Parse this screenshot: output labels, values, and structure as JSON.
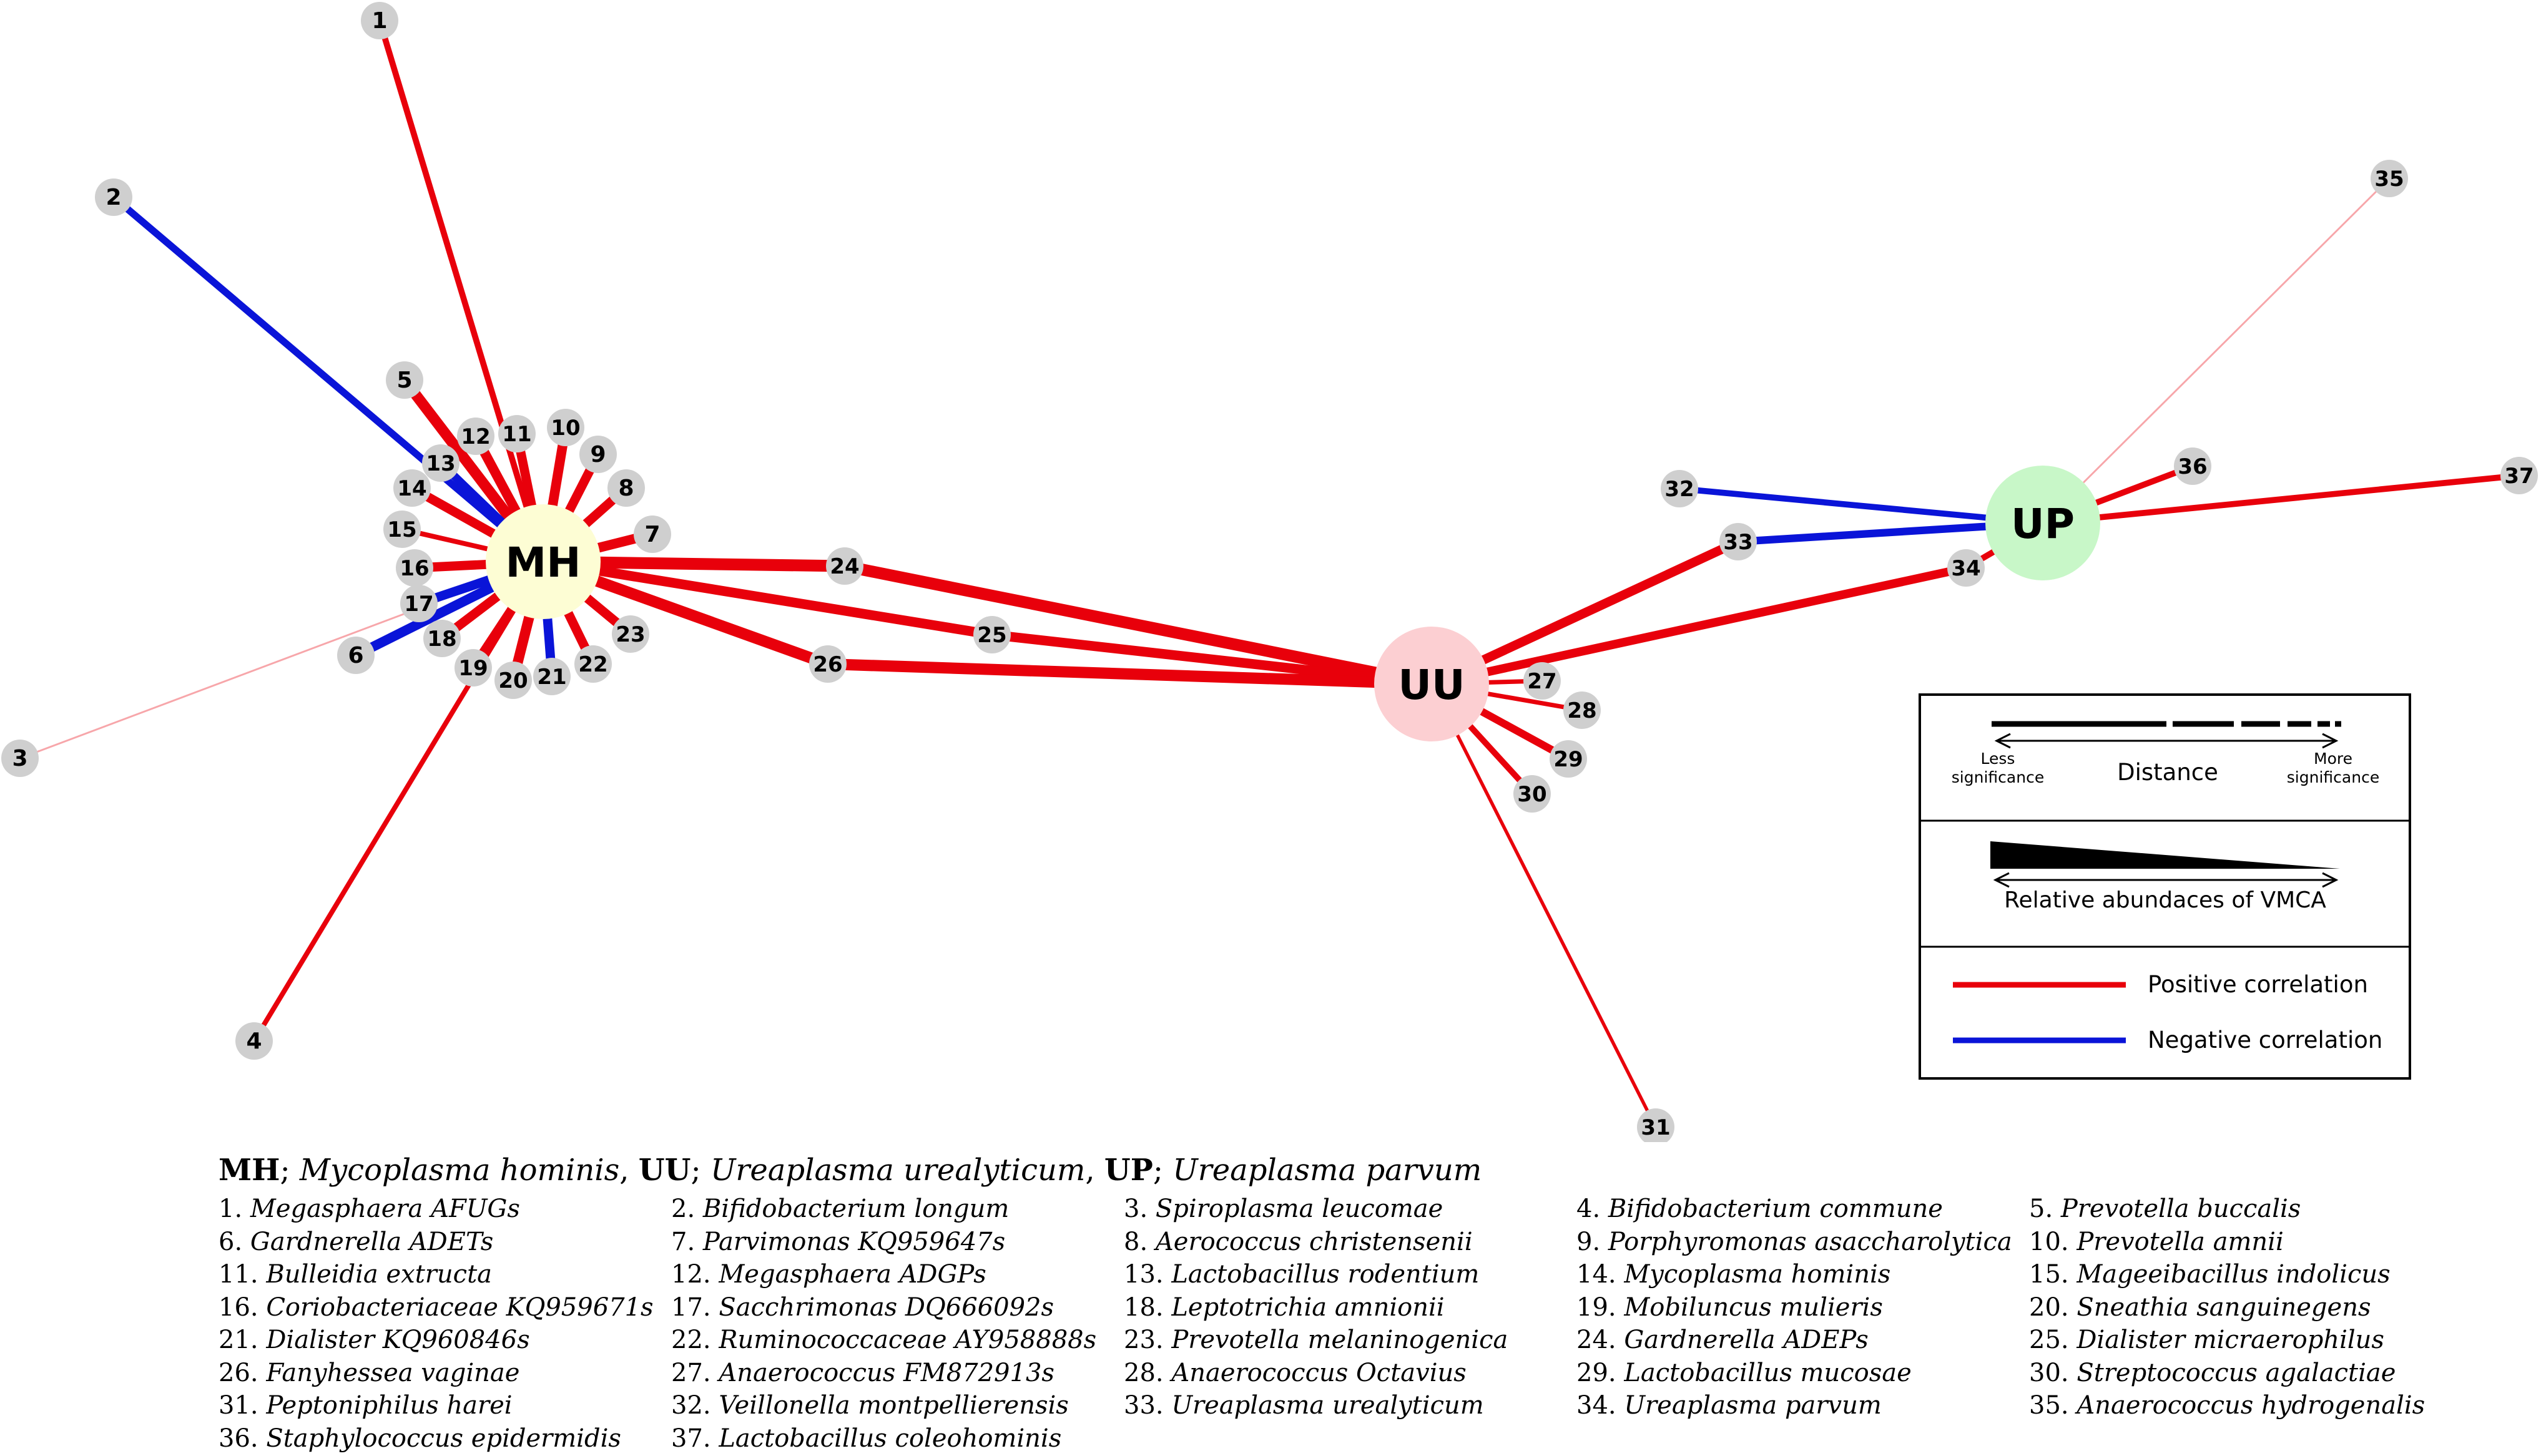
{
  "colors": {
    "positive": "#e8000b",
    "negative": "#0a14d8",
    "node_gray": "#cfcfcf",
    "hub_MH": "#fdfdd4",
    "hub_UU": "#fccfd2",
    "hub_UP": "#c8f7c8"
  },
  "hubs": [
    {
      "id": "MH",
      "label": "MH"
    },
    {
      "id": "UU",
      "label": "UU"
    },
    {
      "id": "UP",
      "label": "UP"
    }
  ],
  "nodes": [
    {
      "id": 1,
      "label": "1"
    },
    {
      "id": 2,
      "label": "2"
    },
    {
      "id": 3,
      "label": "3"
    },
    {
      "id": 4,
      "label": "4"
    },
    {
      "id": 5,
      "label": "5"
    },
    {
      "id": 6,
      "label": "6"
    },
    {
      "id": 7,
      "label": "7"
    },
    {
      "id": 8,
      "label": "8"
    },
    {
      "id": 9,
      "label": "9"
    },
    {
      "id": 10,
      "label": "10"
    },
    {
      "id": 11,
      "label": "11"
    },
    {
      "id": 12,
      "label": "12"
    },
    {
      "id": 13,
      "label": "13"
    },
    {
      "id": 14,
      "label": "14"
    },
    {
      "id": 15,
      "label": "15"
    },
    {
      "id": 16,
      "label": "16"
    },
    {
      "id": 17,
      "label": "17"
    },
    {
      "id": 18,
      "label": "18"
    },
    {
      "id": 19,
      "label": "19"
    },
    {
      "id": 20,
      "label": "20"
    },
    {
      "id": 21,
      "label": "21"
    },
    {
      "id": 22,
      "label": "22"
    },
    {
      "id": 23,
      "label": "23"
    },
    {
      "id": 24,
      "label": "24"
    },
    {
      "id": 25,
      "label": "25"
    },
    {
      "id": 26,
      "label": "26"
    },
    {
      "id": 27,
      "label": "27"
    },
    {
      "id": 28,
      "label": "28"
    },
    {
      "id": 29,
      "label": "29"
    },
    {
      "id": 30,
      "label": "30"
    },
    {
      "id": 31,
      "label": "31"
    },
    {
      "id": 32,
      "label": "32"
    },
    {
      "id": 33,
      "label": "33"
    },
    {
      "id": 34,
      "label": "34"
    },
    {
      "id": 35,
      "label": "35"
    },
    {
      "id": 36,
      "label": "36"
    },
    {
      "id": 37,
      "label": "37"
    }
  ],
  "edges": [
    {
      "from": "MH",
      "to": 1,
      "sign": "positive",
      "strength": 0.45
    },
    {
      "from": "MH",
      "to": 2,
      "sign": "negative",
      "strength": 0.55
    },
    {
      "from": "MH",
      "to": 3,
      "sign": "positive",
      "strength": 0.05
    },
    {
      "from": "MH",
      "to": 4,
      "sign": "positive",
      "strength": 0.35
    },
    {
      "from": "MH",
      "to": 5,
      "sign": "positive",
      "strength": 0.9
    },
    {
      "from": "MH",
      "to": 6,
      "sign": "negative",
      "strength": 0.8
    },
    {
      "from": "MH",
      "to": 7,
      "sign": "positive",
      "strength": 0.8
    },
    {
      "from": "MH",
      "to": 8,
      "sign": "positive",
      "strength": 0.75
    },
    {
      "from": "MH",
      "to": 9,
      "sign": "positive",
      "strength": 0.75
    },
    {
      "from": "MH",
      "to": 10,
      "sign": "positive",
      "strength": 0.8
    },
    {
      "from": "MH",
      "to": 11,
      "sign": "positive",
      "strength": 0.75
    },
    {
      "from": "MH",
      "to": 12,
      "sign": "positive",
      "strength": 0.8
    },
    {
      "from": "MH",
      "to": 13,
      "sign": "negative",
      "strength": 0.65
    },
    {
      "from": "MH",
      "to": 14,
      "sign": "positive",
      "strength": 0.75
    },
    {
      "from": "MH",
      "to": 15,
      "sign": "positive",
      "strength": 0.35
    },
    {
      "from": "MH",
      "to": 16,
      "sign": "positive",
      "strength": 0.75
    },
    {
      "from": "MH",
      "to": 17,
      "sign": "negative",
      "strength": 0.75
    },
    {
      "from": "MH",
      "to": 18,
      "sign": "positive",
      "strength": 0.75
    },
    {
      "from": "MH",
      "to": 19,
      "sign": "positive",
      "strength": 0.75
    },
    {
      "from": "MH",
      "to": 20,
      "sign": "positive",
      "strength": 0.85
    },
    {
      "from": "MH",
      "to": 21,
      "sign": "negative",
      "strength": 0.75
    },
    {
      "from": "MH",
      "to": 22,
      "sign": "positive",
      "strength": 0.75
    },
    {
      "from": "MH",
      "to": 23,
      "sign": "positive",
      "strength": 0.75
    },
    {
      "from": "MH",
      "to": 24,
      "sign": "positive",
      "strength": 1.0
    },
    {
      "from": "UU",
      "to": 24,
      "sign": "positive",
      "strength": 1.0
    },
    {
      "from": "MH",
      "to": 25,
      "sign": "positive",
      "strength": 0.8
    },
    {
      "from": "UU",
      "to": 25,
      "sign": "positive",
      "strength": 0.8
    },
    {
      "from": "MH",
      "to": 26,
      "sign": "positive",
      "strength": 0.95
    },
    {
      "from": "UU",
      "to": 26,
      "sign": "positive",
      "strength": 0.95
    },
    {
      "from": "UU",
      "to": 27,
      "sign": "positive",
      "strength": 0.3
    },
    {
      "from": "UU",
      "to": 28,
      "sign": "positive",
      "strength": 0.3
    },
    {
      "from": "UU",
      "to": 29,
      "sign": "positive",
      "strength": 0.6
    },
    {
      "from": "UU",
      "to": 30,
      "sign": "positive",
      "strength": 0.45
    },
    {
      "from": "UU",
      "to": 31,
      "sign": "positive",
      "strength": 0.2
    },
    {
      "from": "UU",
      "to": 33,
      "sign": "positive",
      "strength": 0.75
    },
    {
      "from": "UU",
      "to": 34,
      "sign": "positive",
      "strength": 0.7
    },
    {
      "from": "UP",
      "to": 32,
      "sign": "negative",
      "strength": 0.45
    },
    {
      "from": "UP",
      "to": 33,
      "sign": "negative",
      "strength": 0.6
    },
    {
      "from": "UP",
      "to": 34,
      "sign": "positive",
      "strength": 0.45
    },
    {
      "from": "UP",
      "to": 35,
      "sign": "positive",
      "strength": 0.05
    },
    {
      "from": "UP",
      "to": 36,
      "sign": "positive",
      "strength": 0.45
    },
    {
      "from": "UP",
      "to": 37,
      "sign": "positive",
      "strength": 0.45
    }
  ],
  "legend": {
    "distance_label": "Distance",
    "less_line1": "Less",
    "less_line2": "significance",
    "more_line1": "More",
    "more_line2": "significance",
    "abundance_label": "Relative abundaces of VMCA",
    "positive_label": "Positive correlation",
    "negative_label": "Negative correlation"
  },
  "caption": {
    "parts": [
      {
        "abbr": "MH",
        "sep": "; ",
        "name": "Mycoplasma hominis",
        "trail": ", "
      },
      {
        "abbr": "UU",
        "sep": "; ",
        "name": "Ureaplasma urealyticum",
        "trail": ", "
      },
      {
        "abbr": "UP",
        "sep": "; ",
        "name": "Ureaplasma parvum",
        "trail": ""
      }
    ],
    "species": [
      {
        "num": "1.",
        "name": "Megasphaera AFUGs"
      },
      {
        "num": "2.",
        "name": "Bifidobacterium longum"
      },
      {
        "num": "3.",
        "name": "Spiroplasma leucomae"
      },
      {
        "num": "4.",
        "name": "Bifidobacterium commune"
      },
      {
        "num": "5.",
        "name": "Prevotella buccalis"
      },
      {
        "num": "6.",
        "name": "Gardnerella ADETs"
      },
      {
        "num": "7.",
        "name": "Parvimonas KQ959647s"
      },
      {
        "num": "8.",
        "name": "Aerococcus christensenii"
      },
      {
        "num": "9.",
        "name": "Porphyromonas asaccharolytica"
      },
      {
        "num": "10.",
        "name": "Prevotella amnii"
      },
      {
        "num": "11.",
        "name": "Bulleidia extructa"
      },
      {
        "num": "12.",
        "name": "Megasphaera ADGPs"
      },
      {
        "num": "13.",
        "name": "Lactobacillus rodentium"
      },
      {
        "num": "14.",
        "name": "Mycoplasma hominis"
      },
      {
        "num": "15.",
        "name": "Mageeibacillus indolicus"
      },
      {
        "num": "16.",
        "name": "Coriobacteriaceae KQ959671s"
      },
      {
        "num": "17.",
        "name": "Sacchrimonas DQ666092s"
      },
      {
        "num": "18.",
        "name": "Leptotrichia amnionii"
      },
      {
        "num": "19.",
        "name": "Mobiluncus mulieris"
      },
      {
        "num": "20.",
        "name": "Sneathia sanguinegens"
      },
      {
        "num": "21.",
        "name": "Dialister KQ960846s"
      },
      {
        "num": "22.",
        "name": "Ruminococcaceae AY958888s"
      },
      {
        "num": "23.",
        "name": "Prevotella melaninogenica"
      },
      {
        "num": "24.",
        "name": "Gardnerella ADEPs"
      },
      {
        "num": "25.",
        "name": "Dialister micraerophilus"
      },
      {
        "num": "26.",
        "name": "Fanyhessea vaginae"
      },
      {
        "num": "27.",
        "name": "Anaerococcus FM872913s"
      },
      {
        "num": "28.",
        "name": "Anaerococcus Octavius"
      },
      {
        "num": "29.",
        "name": "Lactobacillus mucosae"
      },
      {
        "num": "30.",
        "name": "Streptococcus agalactiae"
      },
      {
        "num": "31.",
        "name": "Peptoniphilus harei"
      },
      {
        "num": "32.",
        "name": "Veillonella montpellierensis"
      },
      {
        "num": "33.",
        "name": "Ureaplasma urealyticum"
      },
      {
        "num": "34.",
        "name": "Ureaplasma parvum"
      },
      {
        "num": "35.",
        "name": "Anaerococcus hydrogenalis"
      },
      {
        "num": "36.",
        "name": "Staphylococcus epidermidis"
      },
      {
        "num": "37.",
        "name": "Lactobacillus coleohominis"
      }
    ]
  }
}
